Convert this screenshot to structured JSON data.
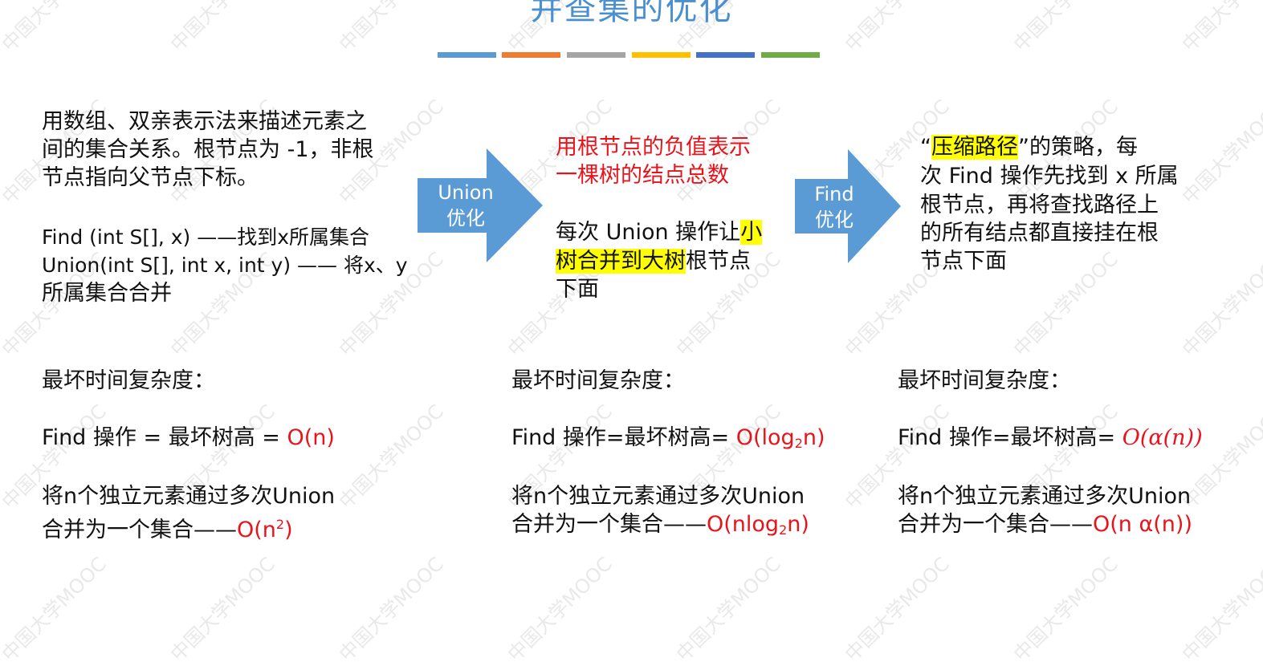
{
  "title": "并查集的优化",
  "accent_bars": [
    "#5b9bd5",
    "#ed7d31",
    "#a5a5a5",
    "#ffc000",
    "#4472c4",
    "#70ad47"
  ],
  "watermark": "中国大学MOOC",
  "arrow_color": "#5b9bd5",
  "col1": {
    "desc_l1": "用数组、双亲表示法来描述元素之",
    "desc_l2": "间的集合关系。根节点为 -1，非根",
    "desc_l3": "节点指向父节点下标。",
    "find_def": "Find (int S[], x) ——找到x所属集合",
    "union_def_l1": "Union(int S[], int x, int y) —— 将x、y",
    "union_def_l2": "所属集合合并",
    "worst_label": "最坏时间复杂度：",
    "find_op_prefix": "Find 操作 = 最坏树高 = ",
    "find_op_value": "O(n)",
    "union_l1": "将n个独立元素通过多次Union",
    "union_l2_prefix": "合并为一个集合——",
    "union_l2_value_base": "O(n",
    "union_l2_value_sup": "2",
    "union_l2_value_tail": ")"
  },
  "arrow1": {
    "line1": "Union",
    "line2": "优化"
  },
  "col2": {
    "red_l1": "用根节点的负值表示",
    "red_l2": "一棵树的结点总数",
    "p_l1_prefix": "每次 Union 操作让",
    "p_l1_hl": "小",
    "p_l2_hl": "树合并到大树",
    "p_l2_tail": "根节点",
    "p_l3": "下面",
    "worst_label": "最坏时间复杂度：",
    "find_op_prefix": "Find 操作=最坏树高= ",
    "find_op_value_a": "O(log",
    "find_op_value_sub": "2",
    "find_op_value_b": "n)",
    "union_l1": "将n个独立元素通过多次Union",
    "union_l2_prefix": "合并为一个集合——",
    "union_l2_value_a": "O(nlog",
    "union_l2_value_sub": "2",
    "union_l2_value_b": "n)"
  },
  "arrow2": {
    "line1": "Find",
    "line2": "优化"
  },
  "col3": {
    "p_l1_q1": "“",
    "p_l1_hl": "压缩路径",
    "p_l1_rest": "”的策略，每",
    "p_l2": "次 Find 操作先找到 x 所属",
    "p_l3": "根节点，再将查找路径上",
    "p_l4": "的所有结点都直接挂在根",
    "p_l5": "节点下面",
    "worst_label": "最坏时间复杂度：",
    "find_op_prefix": "Find 操作=最坏树高= ",
    "find_op_value": "O(α(n))",
    "union_l1": "将n个独立元素通过多次Union",
    "union_l2_prefix": "合并为一个集合——",
    "union_l2_value": "O(n α(n))"
  }
}
